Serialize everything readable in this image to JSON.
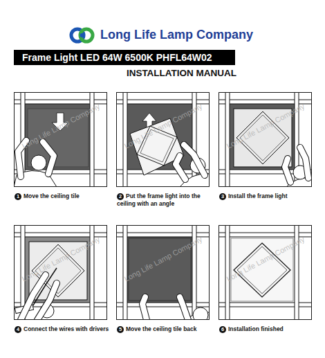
{
  "diagram": {
    "title": "INSTALLATION MANUAL",
    "nodes": [
      {
        "text": [
          "Frame Light LED 64W 6500K PHFL64W02"
        ]
      },
      {
        "text": [
          "1",
          "Move the ceiling tile"
        ]
      },
      {
        "text": [
          "2",
          "Put the frame light into the ceiling with an angle"
        ]
      },
      {
        "text": [
          "3",
          "Install the frame light"
        ]
      },
      {
        "text": [
          "4",
          "Connect the wires with drivers"
        ]
      },
      {
        "text": [
          "5",
          "Move the ceiling tile back"
        ]
      },
      {
        "text": [
          "6",
          "Installation finished"
        ]
      }
    ],
    "labels": [
      "Long Life Lamp Company",
      "Long Life Lamp Company",
      "Long Life Lamp Company",
      "Long Life Lamp Company",
      "Long Life Lamp Company",
      "Long Life Lamp Company",
      "Long Life Lamp Company"
    ]
  }
}
